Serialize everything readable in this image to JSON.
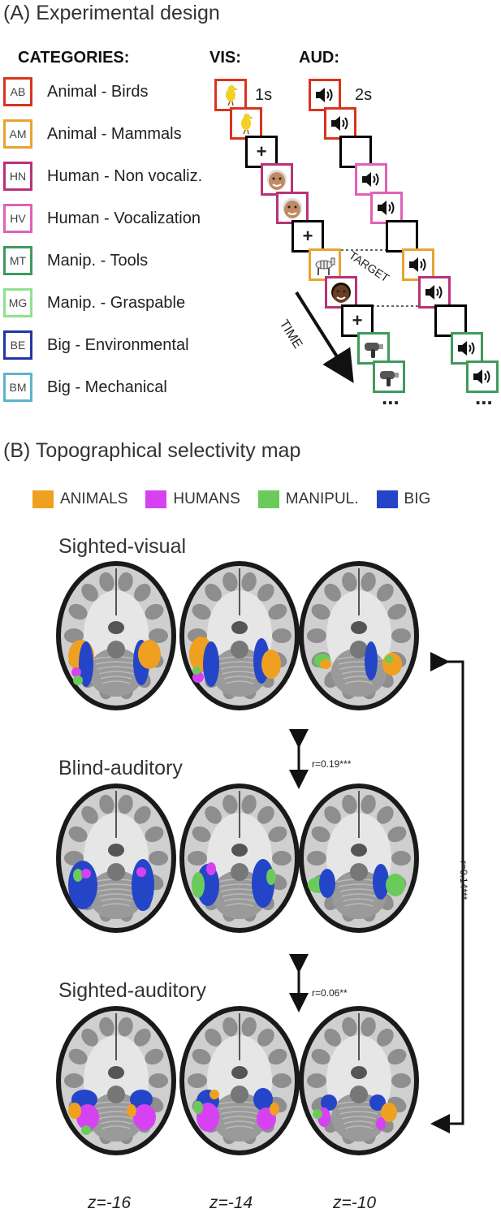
{
  "panel_a": {
    "title": "(A) Experimental design",
    "categories_header": "CATEGORIES:",
    "vis_header": "VIS:",
    "aud_header": "AUD:",
    "categories": [
      {
        "code": "AB",
        "label": "Animal - Birds",
        "color": "#d9341f"
      },
      {
        "code": "AM",
        "label": "Animal - Mammals",
        "color": "#e9a330"
      },
      {
        "code": "HN",
        "label": "Human - Non vocaliz.",
        "color": "#b8327a"
      },
      {
        "code": "HV",
        "label": "Human - Vocalization",
        "color": "#e061b8"
      },
      {
        "code": "MT",
        "label": "Manip. - Tools",
        "color": "#3f9a5c"
      },
      {
        "code": "MG",
        "label": "Manip. - Graspable",
        "color": "#8fe38f"
      },
      {
        "code": "BE",
        "label": "Big - Environmental",
        "color": "#2436a6"
      },
      {
        "code": "BM",
        "label": "Big - Mechanical",
        "color": "#5db4cc"
      }
    ],
    "vis_duration": "1s",
    "aud_duration": "2s",
    "target_label": "TARGET",
    "time_label": "TIME",
    "vis_ellipsis": "...",
    "aud_ellipsis": "..."
  },
  "panel_b": {
    "title": "(B) Topographical selectivity map",
    "legend": [
      {
        "label": "ANIMALS",
        "color": "#f0a020"
      },
      {
        "label": "HUMANS",
        "color": "#d642f2"
      },
      {
        "label": "MANIPUL.",
        "color": "#6acb5a"
      },
      {
        "label": "BIG",
        "color": "#2545c8"
      }
    ],
    "groups": [
      {
        "label": "Sighted-visual"
      },
      {
        "label": "Blind-auditory"
      },
      {
        "label": "Sighted-auditory"
      }
    ],
    "correlations": {
      "sv_ba": "r=0.19***",
      "ba_sa": "r=0.06**",
      "sv_sa": "r=0.14***"
    },
    "slices": [
      "z=-16",
      "z=-14",
      "z=-10"
    ]
  }
}
